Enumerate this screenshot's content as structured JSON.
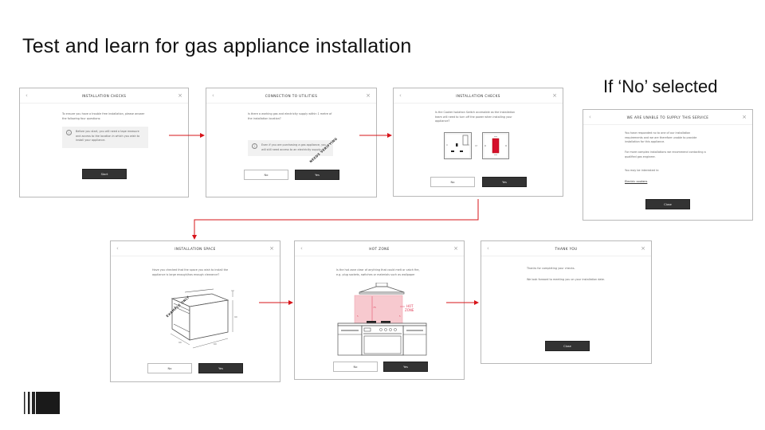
{
  "page": {
    "title": "Test and learn for gas appliance installation",
    "side_label": "If ‘No’ selected"
  },
  "icons": {
    "back": "‹",
    "close": "×",
    "info": "i"
  },
  "colors": {
    "arrow": "#d7141a",
    "dark_button": "#333333",
    "hot_zone_fill": "#f7c9cf",
    "hot_zone_text": "#e0405a",
    "switch_red": "#d5102c"
  },
  "dialogs": {
    "installation_checks_1": {
      "title": "INSTALLATION CHECKS",
      "text": "To ensure you have a trouble free installation, please answer the following four questions:",
      "note": "Before you start, you will need a tape measure and access to the location in which you wish to install your appliance.",
      "start_label": "Start"
    },
    "connection_to_utilities": {
      "title": "CONNECTION TO UTILITIES",
      "text": "Is there a working gas and electricity supply within 1 metre of the installation location?",
      "note": "Even if you are purchasing a gas appliance, you will still need access to an electricity supply.",
      "stamp": "NEEDS VERIFYING",
      "no_label": "No",
      "yes_label": "Yes"
    },
    "installation_checks_2": {
      "title": "INSTALLATION CHECKS",
      "text": "Is the Cooker Isolation Switch accessible as the Installation team will need to turn off the power when installing your appliance?",
      "or_label": "or",
      "no_label": "No",
      "yes_label": "Yes"
    },
    "unable_to_supply": {
      "title": "WE ARE UNABLE TO SUPPLY THIS SERVICE",
      "text1": "You have responded no to one of our installation requirements and we are therefore unable to provide installation for this appliance.",
      "text2": "For more complex installations we recommend contacting a qualified gas engineer.",
      "text3": "You may be interested in:",
      "link": "Electric cookers",
      "close_label": "Close"
    },
    "installation_space": {
      "title": "INSTALLATION SPACE",
      "text": "Have you checked that the space you wish to install the appliance is large enough/has enough clearance?",
      "stamp": "EXAMPLE ONLY",
      "no_label": "No",
      "yes_label": "Yes"
    },
    "hot_zone": {
      "title": "HOT ZONE",
      "text": "Is the hot zone clear of anything that could melt or catch fire, e.g. plug sockets, switches or materials such as wallpaper",
      "zone_label_1": "HOT",
      "zone_label_2": "ZONE",
      "dim_vertical": "75 cm",
      "dim_side": "5 cm",
      "no_label": "No",
      "yes_label": "Yes"
    },
    "thank_you": {
      "title": "THANK YOU",
      "text1": "Thanks for completing your checks.",
      "text2": "We look forward to meeting you on your installation date.",
      "close_label": "Close"
    }
  }
}
